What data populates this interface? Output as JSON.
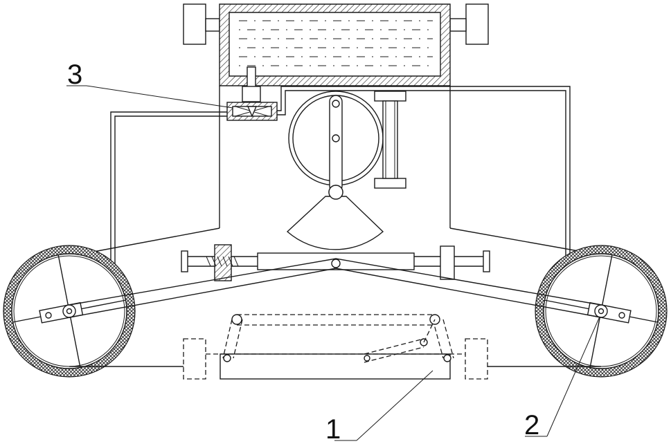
{
  "callouts": [
    {
      "id": "3",
      "text": "3"
    },
    {
      "id": "2",
      "text": "2"
    },
    {
      "id": "1",
      "text": "1"
    }
  ],
  "colors": {
    "line": "#1a1a1a",
    "background": "#ffffff"
  }
}
